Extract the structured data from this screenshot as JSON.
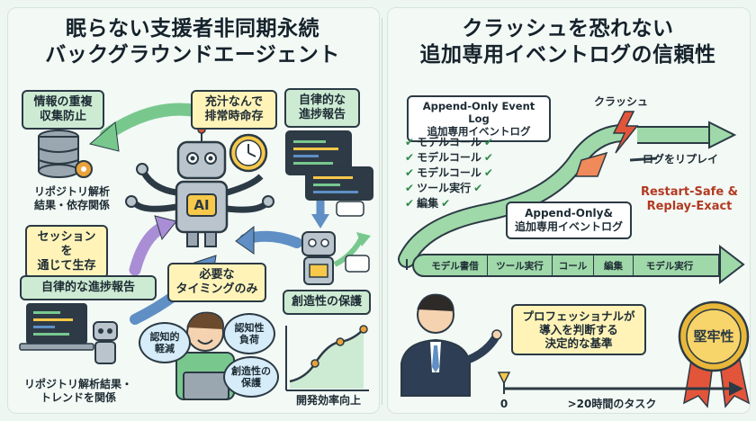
{
  "left": {
    "title_line1": "眠らない支援者非同期永続",
    "title_line2": "バックグラウンドエージェント",
    "dedupe_label_line1": "情報の重複",
    "dedupe_label_line2": "収集防止",
    "repo_analysis_line1": "リポジトリ解析",
    "repo_analysis_line2": "結果・依存関係",
    "session_label_line1": "セッションを",
    "session_label_line2": "通じて生存",
    "sufficient_line1": "充汁なんで",
    "sufficient_line2": "排常時命存",
    "ai_badge": "AI",
    "autonomous_top_line1": "自律的な",
    "autonomous_top_line2": "進捗報告",
    "timing_line1": "必要な",
    "timing_line2": "タイミングのみ",
    "autonomous_bottom": "自律的な進捗報告",
    "creativity_label": "創造性の保護",
    "repo_trend_line1": "リポジトリ解析結果・",
    "repo_trend_line2": "トレンドを関係",
    "cloud_cognitive_reduce_line1": "認知的",
    "cloud_cognitive_reduce_line2": "軽減",
    "cloud_cognitive_load_line1": "認知性",
    "cloud_cognitive_load_line2": "負荷",
    "cloud_creativity_line1": "創造性の",
    "cloud_creativity_line2": "保護",
    "efficiency_label": "開発効率向上"
  },
  "right": {
    "title_line1": "クラッシュを恐れない",
    "title_line2": "追加専用イベントログの信頼性",
    "log_box_line1": "Append-Only Event Log",
    "log_box_line2": "追加専用イベントログ",
    "checklist": [
      "モデルコール",
      "モデルコール",
      "モデルコール",
      "ツール実行",
      "編集"
    ],
    "crash_label": "クラッシュ",
    "replay_label": "ログをリプレイ",
    "restart_line1": "Restart-Safe &",
    "restart_line2": "Replay-Exact",
    "append_box_line1": "Append-Only&",
    "append_box_line2": "追加専用イベントログ",
    "pipeline": [
      "モデル書借",
      "ツール実行",
      "コール",
      "編集",
      "モデル実行"
    ],
    "criteria_line1": "プロフェッショナルが",
    "criteria_line2": "導入を判断する",
    "criteria_line3": "決定的な基準",
    "badge_label": "堅牢性",
    "timeline_start": "0",
    "timeline_label": ">20時間のタスク"
  },
  "colors": {
    "background": "#eef6f1",
    "box_green": "#cdebd3",
    "box_yellow": "#fff3b8",
    "arrow_green": "#78c88e",
    "arrow_purple": "#a98ed6",
    "arrow_blue": "#5f8fc4",
    "robot_gray": "#b9c4cc",
    "crash_red": "#e2553b",
    "badge_gold": "#e9b83a"
  },
  "icons": [
    "database-icon",
    "gear-icon",
    "clock-icon",
    "robot-icon",
    "laptop-icon",
    "crash-bolt-icon",
    "medal-icon",
    "businessman-icon",
    "developer-icon",
    "growth-chart-icon"
  ]
}
